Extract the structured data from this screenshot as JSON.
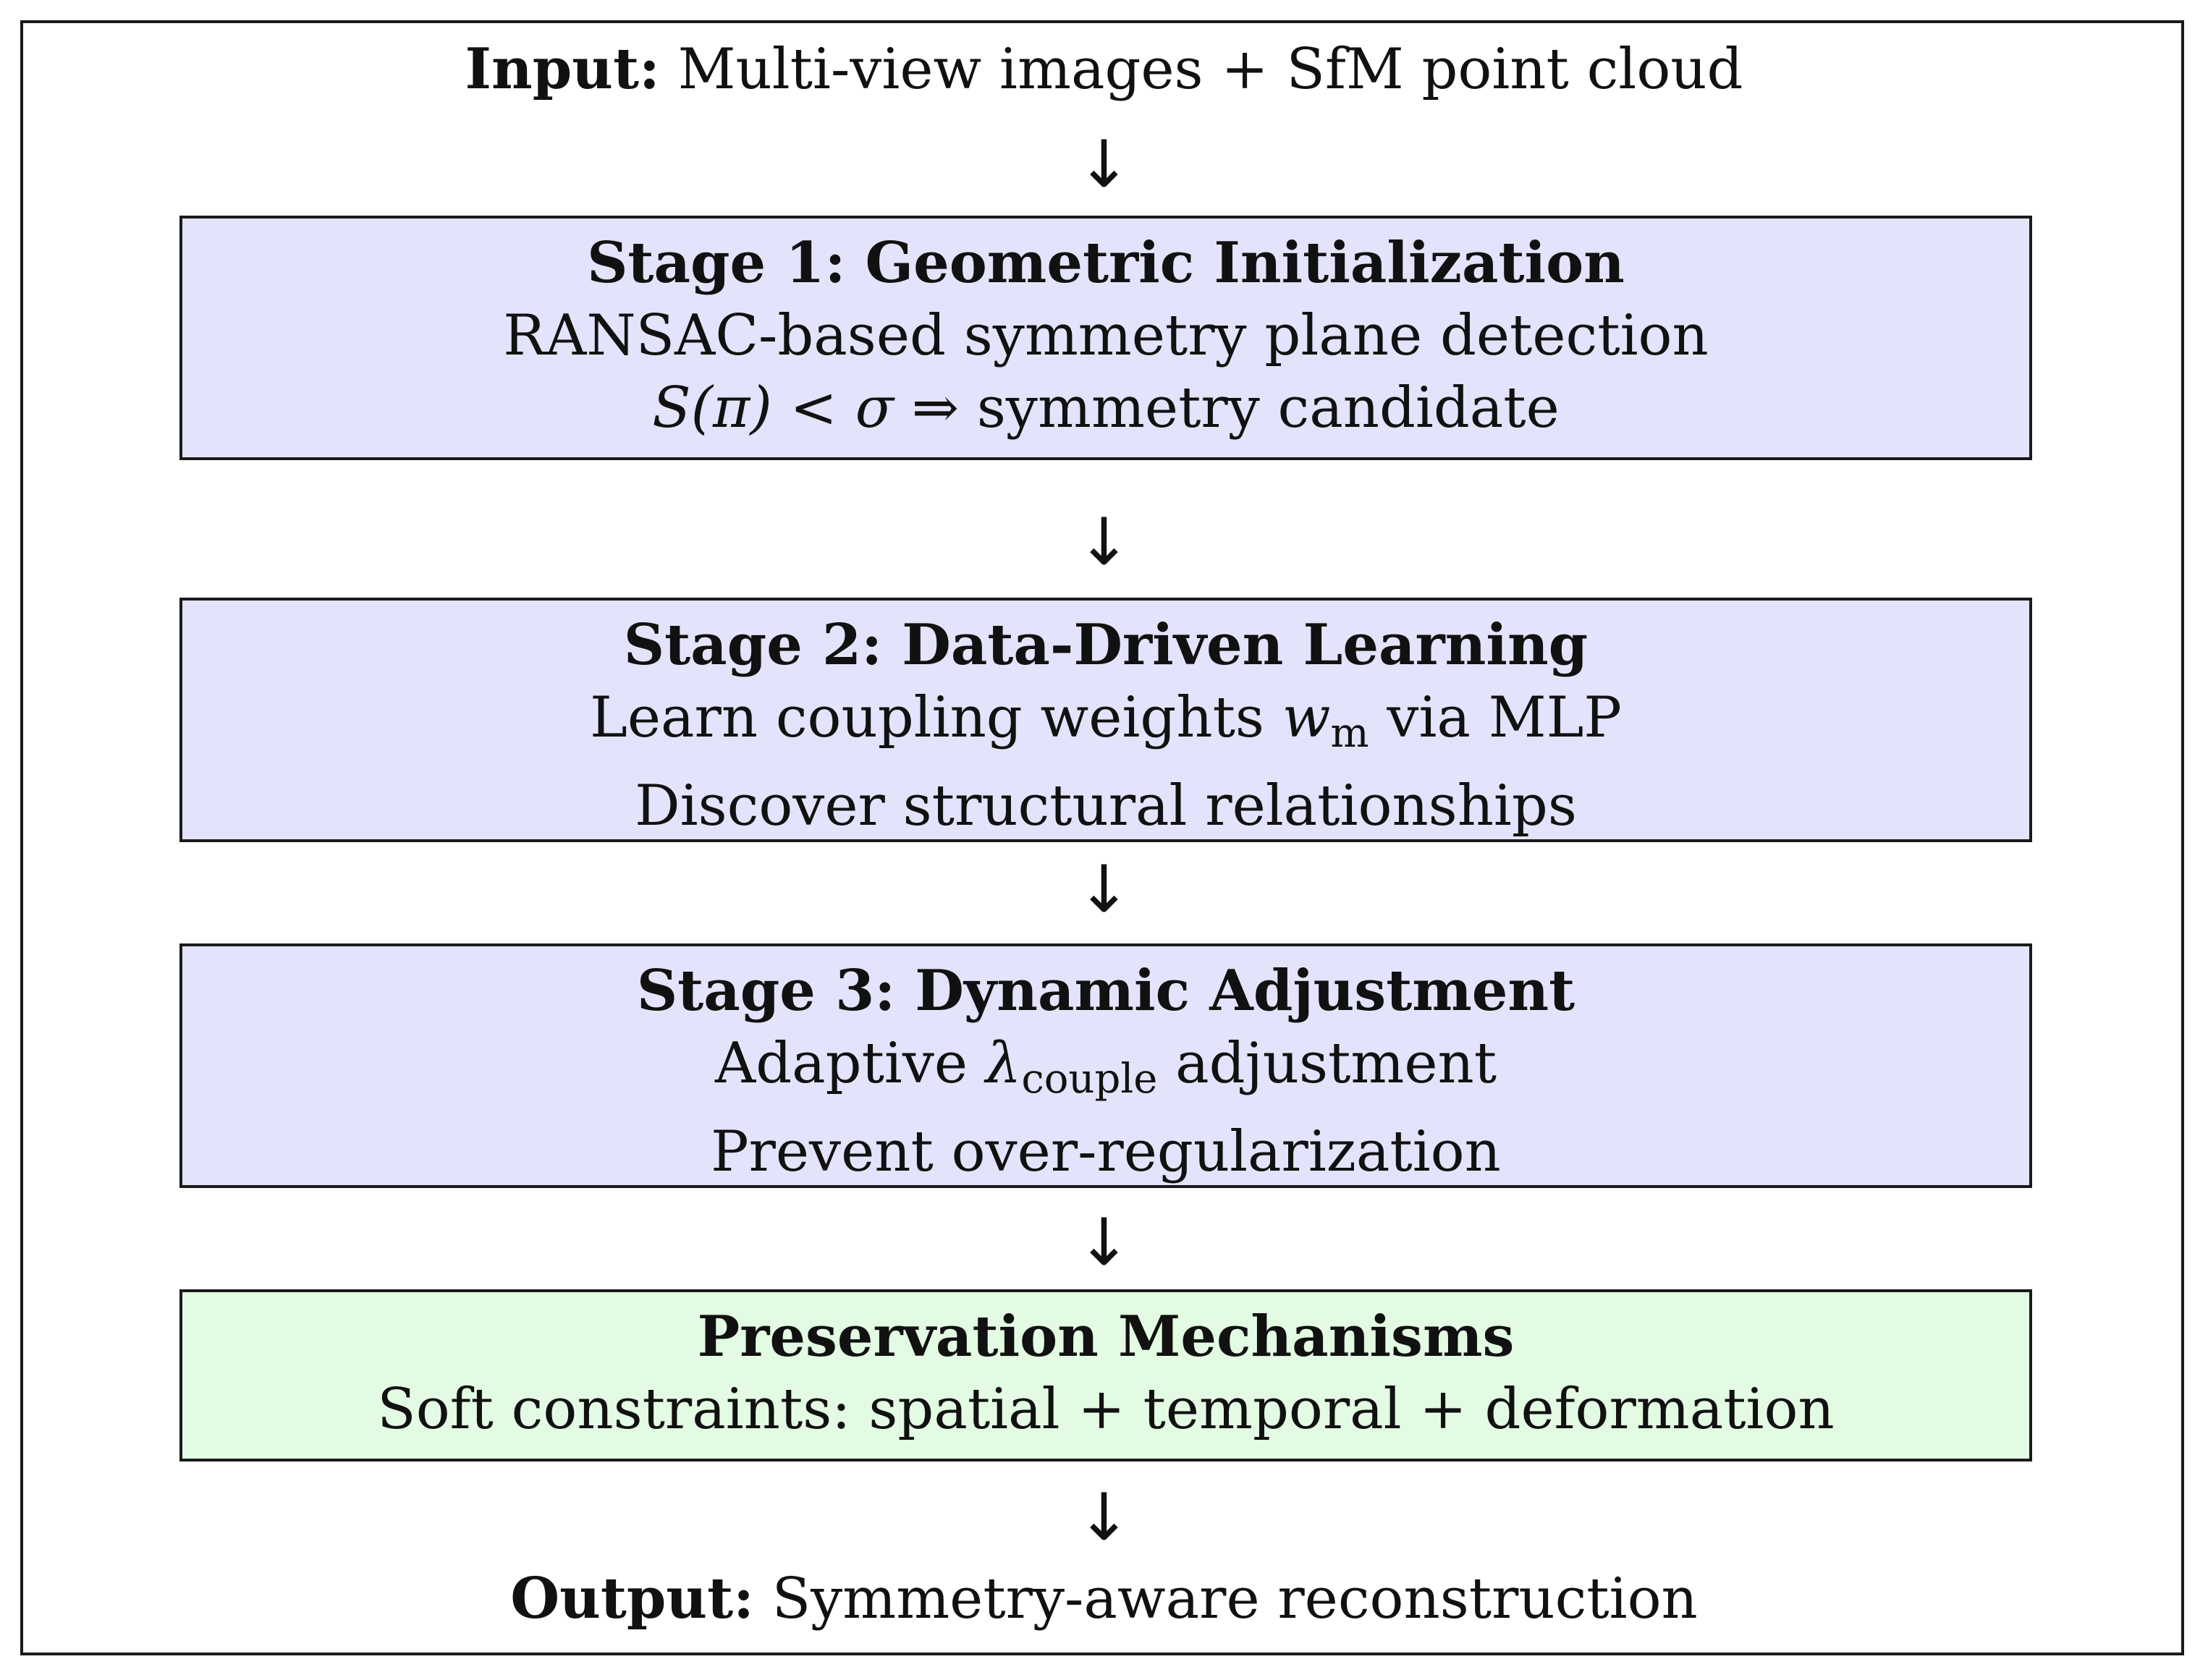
{
  "input": {
    "label": "Input:",
    "text": "Multi-view images + SfM point cloud"
  },
  "arrow_glyph": "↓",
  "colors": {
    "stage_fill": "#e3e3fb",
    "preservation_fill": "#e2fbe2",
    "border": "#1a1a1a"
  },
  "stages": [
    {
      "title": "Stage 1: Geometric Initialization",
      "line1": "RANSAC-based symmetry plane detection",
      "line2_math": "S(π) < σ ⇒",
      "line2_text": "symmetry candidate"
    },
    {
      "title": "Stage 2: Data-Driven Learning",
      "line1_pre": "Learn coupling weights",
      "line1_math": "w",
      "line1_sub": "m",
      "line1_post": "via MLP",
      "line2": "Discover structural relationships"
    },
    {
      "title": "Stage 3: Dynamic Adjustment",
      "line1_pre": "Adaptive",
      "line1_math": "λ",
      "line1_sub": "couple",
      "line1_post": "adjustment",
      "line2": "Prevent over-regularization"
    }
  ],
  "preservation": {
    "title": "Preservation Mechanisms",
    "line1": "Soft constraints: spatial + temporal + deformation"
  },
  "output": {
    "label": "Output:",
    "text": "Symmetry-aware reconstruction"
  }
}
